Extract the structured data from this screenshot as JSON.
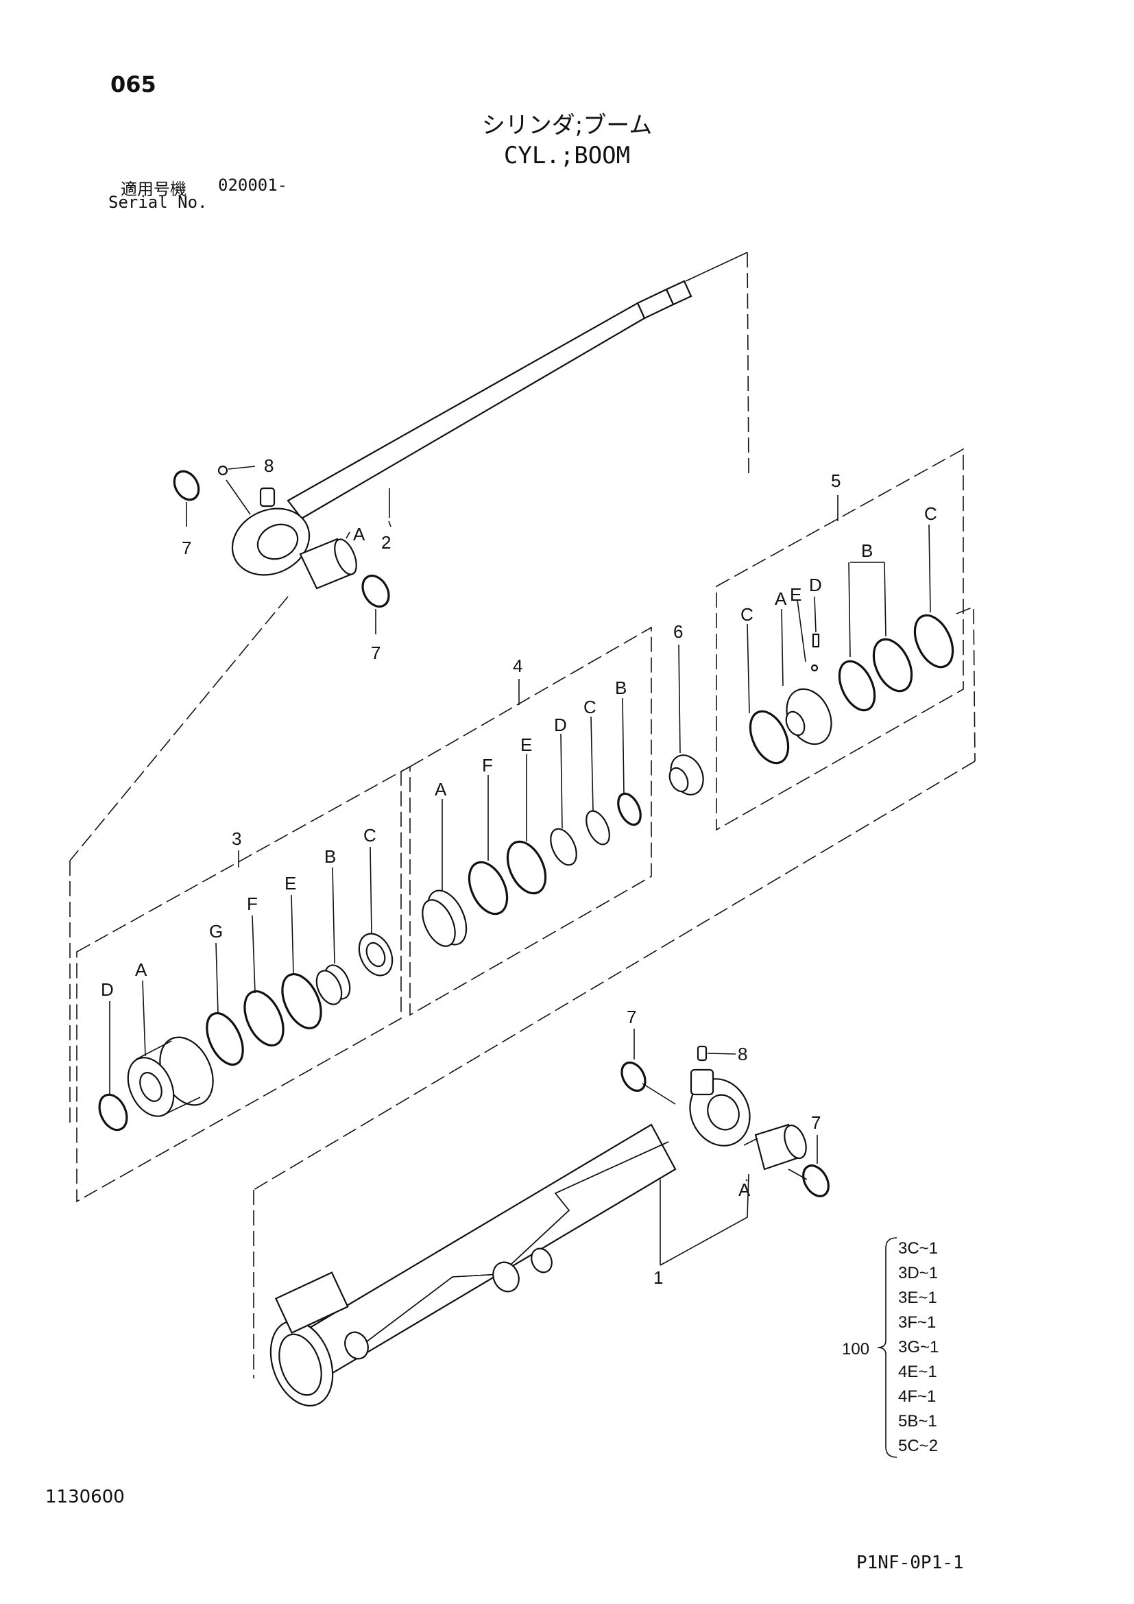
{
  "page": {
    "number": "065",
    "title_jp": "シリンダ;ブーム",
    "title_en": "CYL.;BOOM",
    "serial_label": "適用号機",
    "serial_value": "020001-",
    "serial_en": "Serial No.",
    "doc_code": "1130600",
    "page_code": "P1NF-0P1-1"
  },
  "callouts": {
    "p1": "1",
    "p2": "2",
    "p3": "3",
    "p4": "4",
    "p5": "5",
    "p6": "6",
    "p7": "7",
    "p8": "8",
    "A": "A",
    "B": "B",
    "C": "C",
    "D": "D",
    "E": "E",
    "F": "F",
    "G": "G"
  },
  "kit": {
    "number": "100",
    "items": [
      "3C~1",
      "3D~1",
      "3E~1",
      "3F~1",
      "3G~1",
      "4E~1",
      "4F~1",
      "5B~1",
      "5C~2"
    ]
  }
}
